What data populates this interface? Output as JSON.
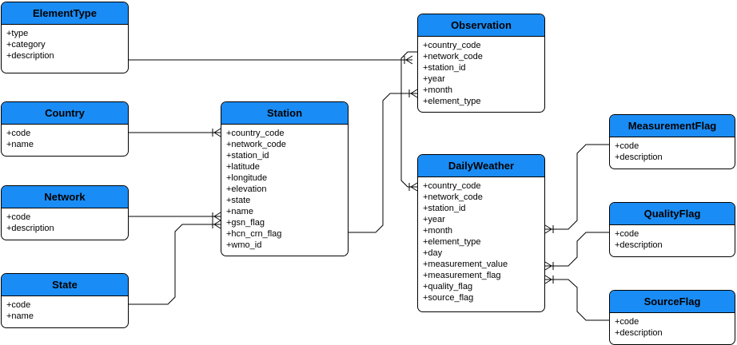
{
  "colors": {
    "header": "#1a8cf5",
    "border": "#000000",
    "line": "#000000"
  },
  "entities": {
    "element_type": {
      "title": "ElementType",
      "attrs": [
        "+type",
        "+category",
        "+description"
      ]
    },
    "country": {
      "title": "Country",
      "attrs": [
        "+code",
        "+name"
      ]
    },
    "network": {
      "title": "Network",
      "attrs": [
        "+code",
        "+description"
      ]
    },
    "state": {
      "title": "State",
      "attrs": [
        "+code",
        "+name"
      ]
    },
    "station": {
      "title": "Station",
      "attrs": [
        "+country_code",
        "+network_code",
        "+station_id",
        "+latitude",
        "+longitude",
        "+elevation",
        "+state",
        "+name",
        "+gsn_flag",
        "+hcn_crn_flag",
        "+wmo_id"
      ]
    },
    "observation": {
      "title": "Observation",
      "attrs": [
        "+country_code",
        "+network_code",
        "+station_id",
        "+year",
        "+month",
        "+element_type"
      ]
    },
    "daily_weather": {
      "title": "DailyWeather",
      "attrs": [
        "+country_code",
        "+network_code",
        "+station_id",
        "+year",
        "+month",
        "+element_type",
        "+day",
        "+measurement_value",
        "+measurement_flag",
        "+quality_flag",
        "+source_flag"
      ]
    },
    "measurement_flag": {
      "title": "MeasurementFlag",
      "attrs": [
        "+code",
        "+description"
      ]
    },
    "quality_flag": {
      "title": "QualityFlag",
      "attrs": [
        "+code",
        "+description"
      ]
    },
    "source_flag": {
      "title": "SourceFlag",
      "attrs": [
        "+code",
        "+description"
      ]
    }
  },
  "relationships": [
    {
      "from": "element_type",
      "to": "observation",
      "cardinality": "one-to-many"
    },
    {
      "from": "country",
      "to": "station",
      "cardinality": "one-to-many"
    },
    {
      "from": "network",
      "to": "station",
      "cardinality": "one-to-many"
    },
    {
      "from": "state",
      "to": "station",
      "cardinality": "one-to-many"
    },
    {
      "from": "station",
      "to": "observation",
      "cardinality": "one-to-many"
    },
    {
      "from": "observation",
      "to": "daily_weather",
      "cardinality": "one-to-many"
    },
    {
      "from": "measurement_flag",
      "to": "daily_weather",
      "cardinality": "one-to-many"
    },
    {
      "from": "quality_flag",
      "to": "daily_weather",
      "cardinality": "one-to-many"
    },
    {
      "from": "source_flag",
      "to": "daily_weather",
      "cardinality": "one-to-many"
    }
  ]
}
